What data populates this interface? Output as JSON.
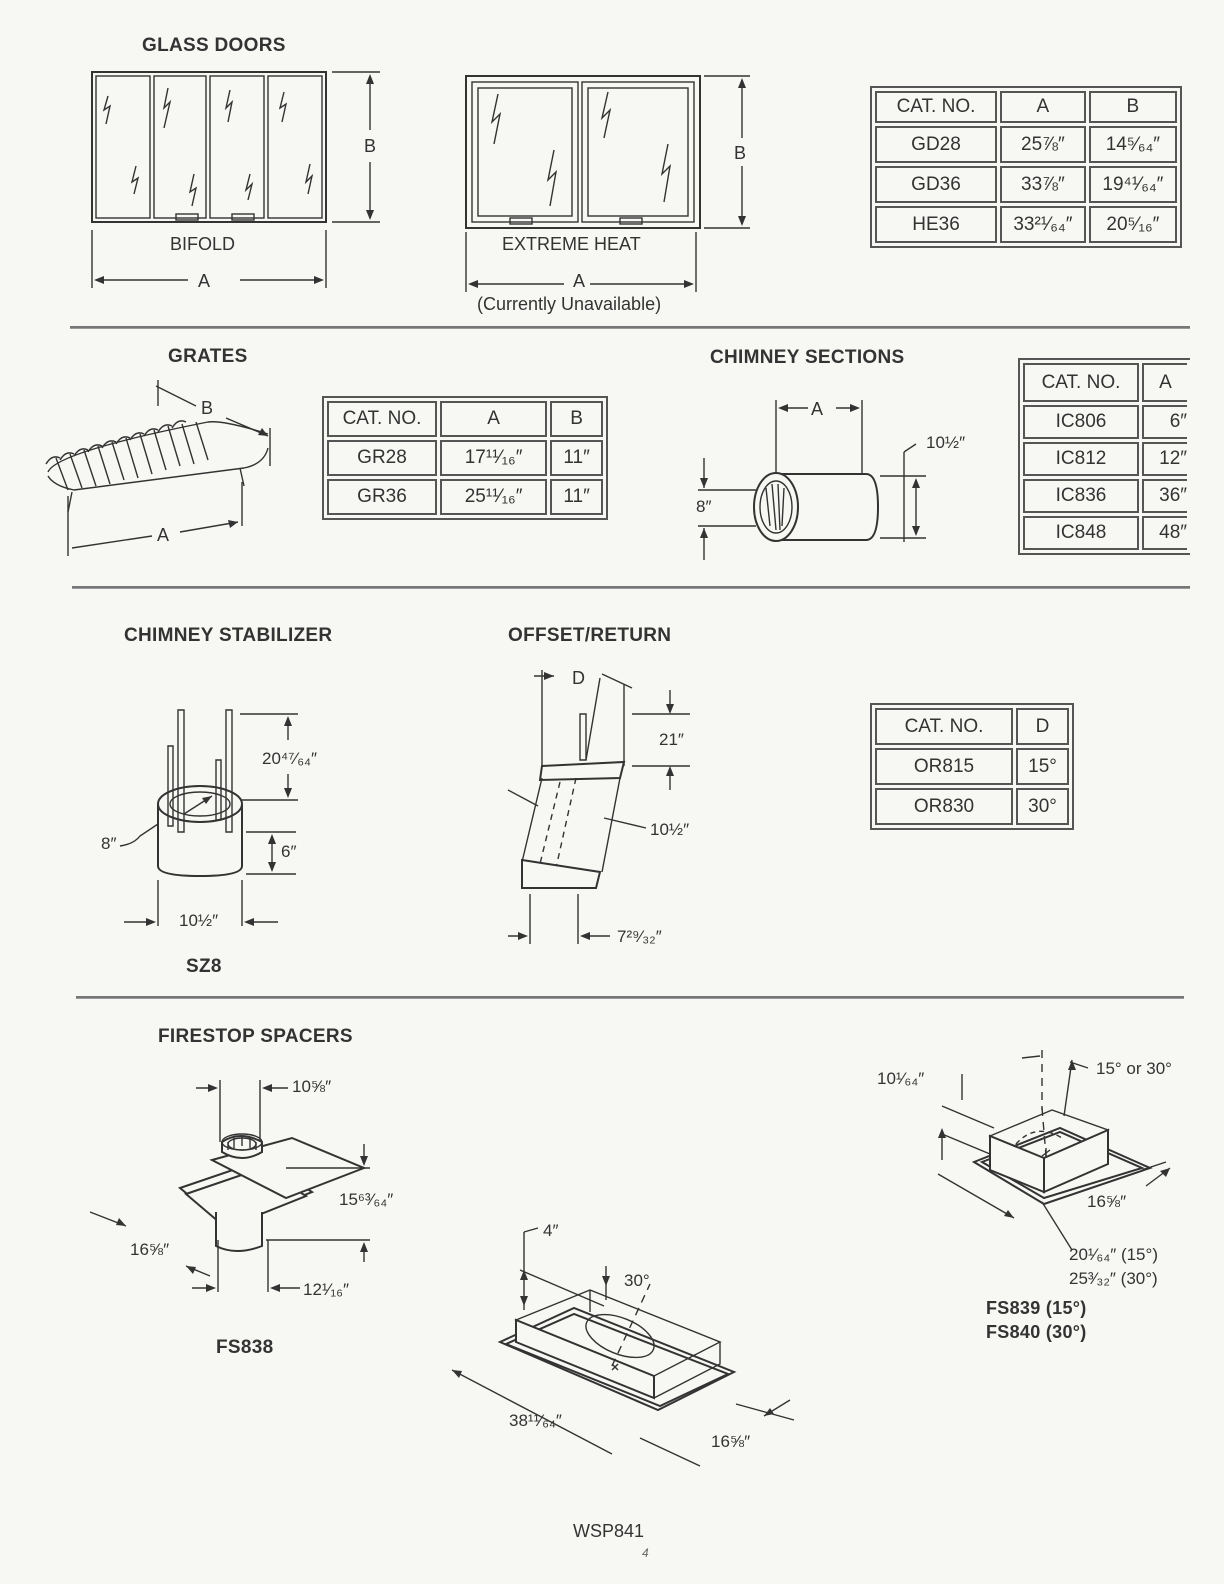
{
  "glass_doors": {
    "heading": "GLASS DOORS",
    "bifold_label": "BIFOLD",
    "extreme_heat_label": "EXTREME HEAT",
    "dim_a": "A",
    "dim_b": "B",
    "unavailable_note": "(Currently Unavailable)",
    "table": {
      "headers": [
        "CAT. NO.",
        "A",
        "B"
      ],
      "rows": [
        [
          "GD28",
          "25⅞″",
          "14⁵⁄₆₄″"
        ],
        [
          "GD36",
          "33⅞″",
          "19⁴¹⁄₆₄″"
        ],
        [
          "HE36",
          "33²¹⁄₆₄″",
          "20⁵⁄₁₆″"
        ]
      ]
    }
  },
  "grates": {
    "heading": "GRATES",
    "dim_a": "A",
    "dim_b": "B",
    "table": {
      "headers": [
        "CAT. NO.",
        "A",
        "B"
      ],
      "rows": [
        [
          "GR28",
          "17¹¹⁄₁₆″",
          "11″"
        ],
        [
          "GR36",
          "25¹¹⁄₁₆″",
          "11″"
        ]
      ]
    }
  },
  "chimney_sections": {
    "heading": "CHIMNEY SECTIONS",
    "dim_a": "A",
    "dim_od": "10½″",
    "dim_id": "8″",
    "table": {
      "headers": [
        "CAT. NO.",
        "A"
      ],
      "rows": [
        [
          "IC806",
          "6″"
        ],
        [
          "IC812",
          "12″"
        ],
        [
          "IC836",
          "36″"
        ],
        [
          "IC848",
          "48″"
        ]
      ]
    }
  },
  "chimney_stabilizer": {
    "heading": "CHIMNEY STABILIZER",
    "dim_height": "20⁴⁷⁄₆₄″",
    "dim_diameter": "8″",
    "dim_collar": "6″",
    "dim_width": "10½″",
    "model": "SZ8"
  },
  "offset_return": {
    "heading": "OFFSET/RETURN",
    "dim_d": "D",
    "dim_top": "21″",
    "dim_od": "10½″",
    "dim_offset": "7²⁹⁄₃₂″",
    "table": {
      "headers": [
        "CAT. NO.",
        "D"
      ],
      "rows": [
        [
          "OR815",
          "15°"
        ],
        [
          "OR830",
          "30°"
        ]
      ]
    }
  },
  "firestop_spacers": {
    "heading": "FIRESTOP SPACERS",
    "fs838": {
      "dim_top": "10⅝″",
      "dim_height": "15⁶³⁄₆₄″",
      "dim_side": "16⅝″",
      "dim_bottom": "12¹⁄₁₆″",
      "model": "FS838"
    },
    "center": {
      "dim_height": "4″",
      "dim_angle": "30°",
      "dim_length": "38¹¹⁄₆₄″",
      "dim_width": "16⅝″"
    },
    "right": {
      "dim_height": "10¹⁄₆₄″",
      "dim_angle": "15° or 30°",
      "dim_width": "16⅝″",
      "dim_len_15": "20¹⁄₆₄″ (15°)",
      "dim_len_30": "25³⁄₃₂″ (30°)",
      "model_15": "FS839 (15°)",
      "model_30": "FS840 (30°)"
    }
  },
  "footer": {
    "doc_code": "WSP841",
    "page_number": "4"
  }
}
